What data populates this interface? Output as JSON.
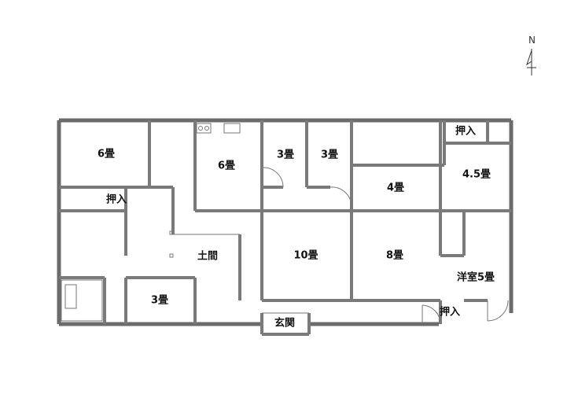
{
  "compass": {
    "label": "N",
    "icon": "north-arrow-icon"
  },
  "rooms": {
    "tatami6_nw": "6畳",
    "oshiire_w": "押入",
    "tatami6_kitchen": "6畳",
    "tatami3_a": "3畳",
    "tatami3_b": "3畳",
    "oshiire_ne": "押入",
    "tatami4_5": "4.5畳",
    "tatami4": "4畳",
    "doma": "土間",
    "tatami10": "10畳",
    "tatami8": "8畳",
    "youshitsu5": "洋室5畳",
    "tatami3_sw": "3畳",
    "oshiire_se": "押入",
    "genkan": "玄関"
  }
}
